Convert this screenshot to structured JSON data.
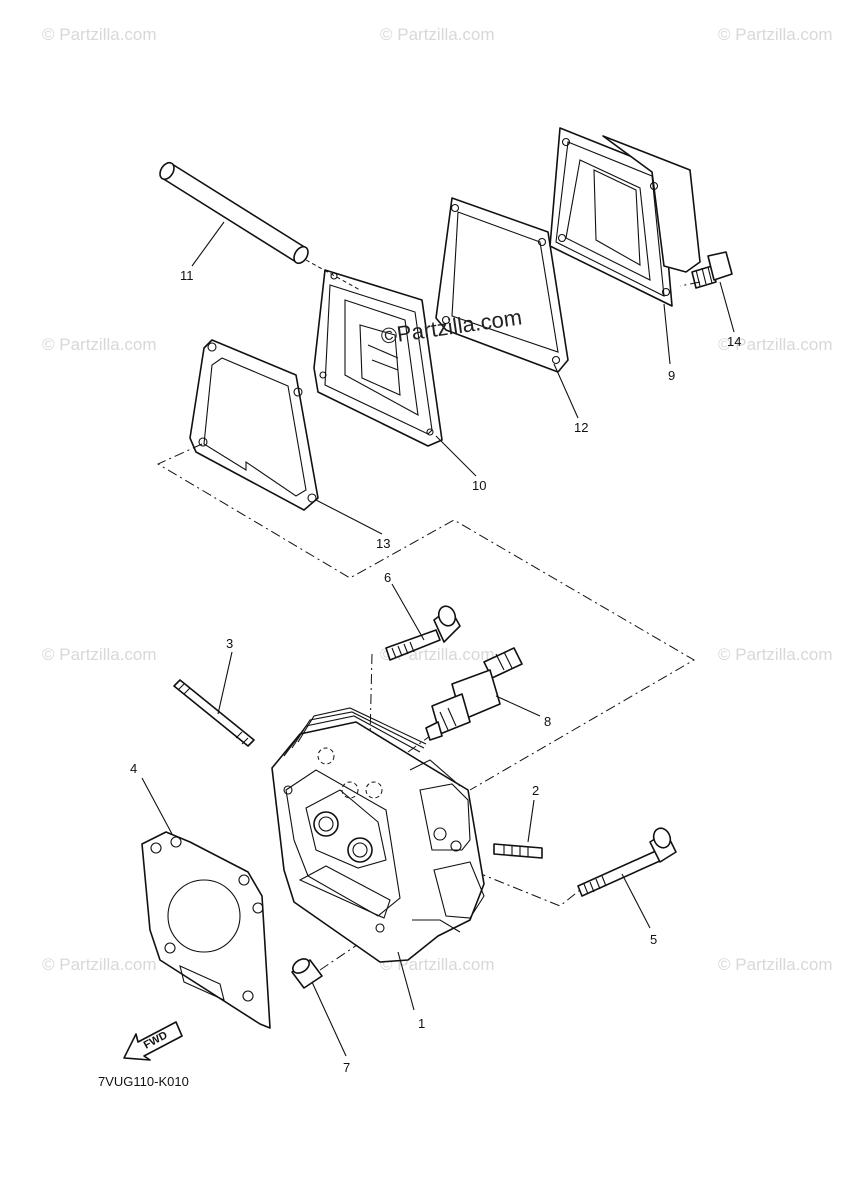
{
  "watermarks": {
    "text": "© Partzilla.com",
    "center_text": "©Partzilla.com"
  },
  "diagram_code": "7VUG110-K010",
  "fwd_label": "FWD",
  "callouts": {
    "c1": "1",
    "c2": "2",
    "c3": "3",
    "c4": "4",
    "c5": "5",
    "c6": "6",
    "c7": "7",
    "c8": "8",
    "c9": "9",
    "c10": "10",
    "c11": "11",
    "c12": "12",
    "c13": "13",
    "c14": "14"
  }
}
